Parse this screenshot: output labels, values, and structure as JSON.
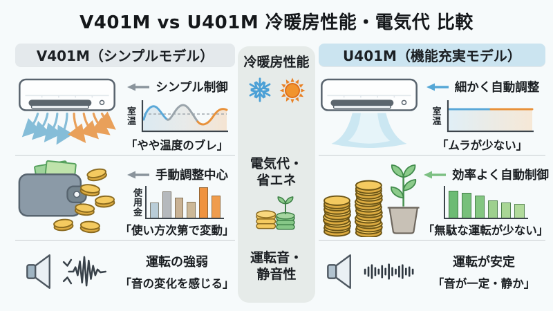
{
  "title": "V401M vs U401M 冷暖房性能・電気代 比較",
  "colors": {
    "background": "#f6fafb",
    "left_header_bg": "#e4e9ec",
    "right_header_bg": "#cbe4f0",
    "middle_panel_bg": "#e6ebe9",
    "text": "#1a1e22",
    "cool_blue": "#55a7d6",
    "warm_orange": "#e8913a",
    "eco_green": "#7dc083",
    "coin_gold": "#f4ca60",
    "neutral_gray": "#8a949c"
  },
  "left_column": {
    "header": "V401M（シンプルモデル）",
    "rows": [
      {
        "icon": "ac-unit-with-cool-and-warm-airflow",
        "arrow_label": "シンプル制御",
        "graph_ylabel": "室温",
        "caption": "「やや温度のブレ」"
      },
      {
        "icon": "wallet-with-scattered-coins",
        "arrow_label": "手動調整中心",
        "chart_ylabel": "使用金",
        "caption": "「使い方次第で変動」"
      },
      {
        "icon": "speaker-with-irregular-wave",
        "label": "運転の強弱",
        "caption": "「音の変化を感じる」"
      }
    ]
  },
  "middle_column": {
    "sections": [
      {
        "label": "冷暖房性能",
        "icons": [
          "snowflake-icon",
          "sun-icon"
        ]
      },
      {
        "label": "電気代・\n省エネ",
        "icons": [
          "coins-and-sprout-icon"
        ]
      },
      {
        "label": "運転音・\n静音性",
        "icons": []
      }
    ]
  },
  "right_column": {
    "header": "U401M（機能充実モデル）",
    "rows": [
      {
        "icon": "ac-unit-with-gentle-airflow",
        "arrow_label": "細かく自動調整",
        "graph_ylabel": "室温",
        "caption": "「ムラが少ない」"
      },
      {
        "icon": "coin-stacks-and-potted-plant",
        "arrow_label": "効率よく自動制御",
        "caption": "「無駄な運転が少ない」"
      },
      {
        "icon": "speaker-with-steady-bars",
        "label": "運転が安定",
        "caption": "「音が一定・静か」"
      }
    ]
  },
  "icons": {
    "snowflake-icon": {
      "shape": "6-arm snowflake",
      "color": "#4ba0d6"
    },
    "sun-icon": {
      "shape": "disc with 12 rays",
      "color": "#ef8f2e"
    },
    "coins-and-sprout-icon": {
      "shape": "gold coin stack + green coin stack with sprout",
      "colors": [
        "#f4ca60",
        "#86c787"
      ]
    },
    "ac-unit-icon": {
      "shape": "wall air conditioner",
      "color": "#ffffff"
    },
    "cool-airflow-arrows": {
      "color": "#85bdd8"
    },
    "warm-airflow-arrows": {
      "color": "#e9a05a"
    },
    "gentle-airflow": {
      "color": "#cbe7f2"
    },
    "wallet-icon": {
      "color": "#8b9aa7"
    },
    "coin-icon": {
      "color": "#f4ca60"
    },
    "speaker-icon": {
      "color": "#eaf0f4"
    },
    "irregular-wave-icon": {
      "color": "#39424a"
    },
    "steady-bars-icon": {
      "color": "#2e3740"
    },
    "arrow-left-icon": {
      "colors": {
        "left_rows": "#8a949c",
        "right_row1": "#55a7d6",
        "right_row2": "#7dc083"
      }
    }
  },
  "chart_data": [
    {
      "id": "v401m-room-temp",
      "type": "line",
      "title": "V401M 室温の推移（イメージ図）",
      "ylabel": "室温",
      "x": [
        0,
        1,
        2,
        3,
        4,
        5,
        6
      ],
      "values": [
        0.45,
        0.8,
        0.3,
        0.9,
        0.2,
        0.75,
        0.6
      ],
      "baseline_dashed": true,
      "line_colors": [
        "#5aa8d8",
        "#9aa4ab",
        "#e8913a"
      ],
      "annotation": "やや温度のブレ",
      "grid": false
    },
    {
      "id": "v401m-usage-cost",
      "type": "bar",
      "ylabel": "使用金",
      "values": [
        48,
        82,
        63,
        50,
        96,
        70
      ],
      "colors": [
        "#b9cdd8",
        "#b5b9bd",
        "#c9b294",
        "#ccb897",
        "#ef9340",
        "#ef9c4d"
      ],
      "bar_border": "rgba(85,70,45,0.6)",
      "annotation": "使い方次第で変動",
      "ylim": [
        0,
        100
      ],
      "grid": false
    },
    {
      "id": "u401m-room-temp",
      "type": "line",
      "title": "U401M 室温の推移（イメージ図）",
      "ylabel": "室温",
      "x": [
        0,
        1,
        2,
        3,
        4,
        5,
        6
      ],
      "values": [
        0.72,
        0.72,
        0.72,
        0.72,
        0.72,
        0.72,
        0.72
      ],
      "baseline_dashed": false,
      "line_colors": [
        "#5aa8d8",
        "#e8913a"
      ],
      "annotation": "ムラが少ない",
      "grid": false
    },
    {
      "id": "u401m-usage-cost",
      "type": "bar",
      "ylabel": "",
      "values": [
        85,
        78,
        70,
        55,
        48,
        44
      ],
      "colors": [
        "#6cbb74",
        "#77c07b",
        "#83c681",
        "#9dd08e",
        "#a9d695",
        "#b1da9b"
      ],
      "bar_border": "rgba(45,95,50,0.7)",
      "annotation": "無駄な運転が少ない",
      "ylim": [
        0,
        100
      ],
      "grid": false
    }
  ]
}
